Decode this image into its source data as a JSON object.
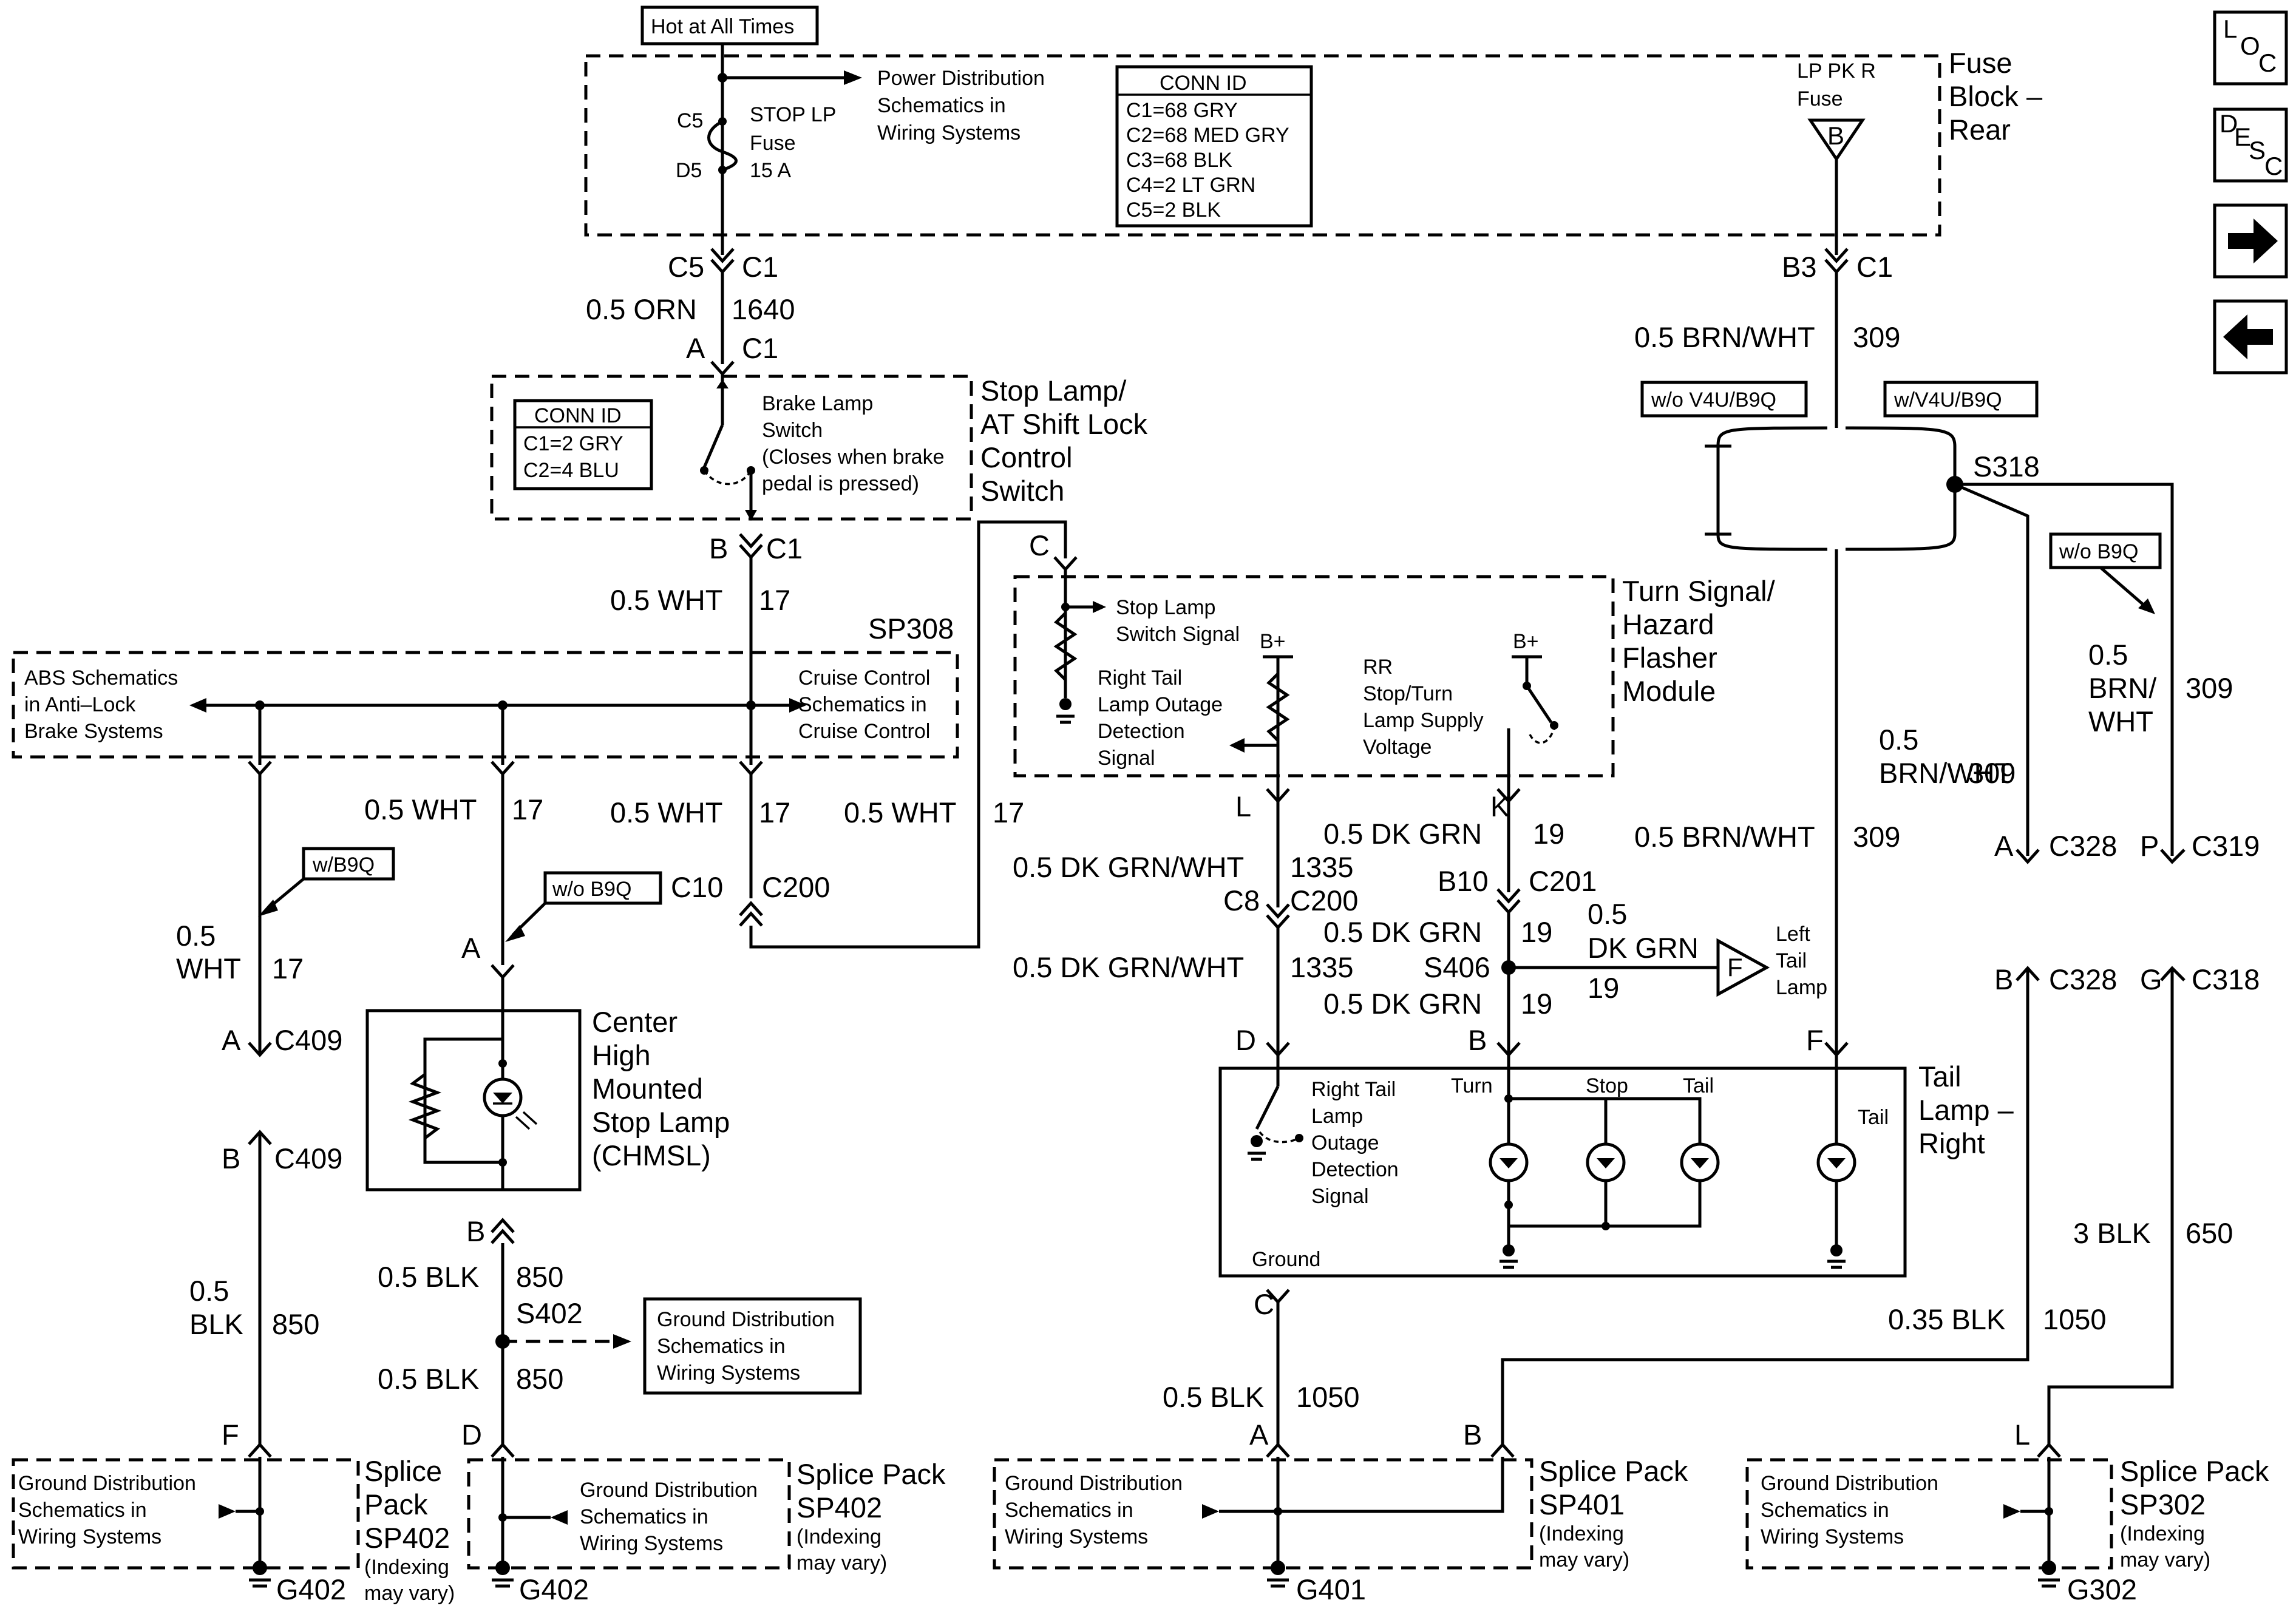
{
  "nav": {
    "loc": [
      "L",
      "O",
      "C"
    ],
    "desc": [
      "D",
      "E",
      "S",
      "C"
    ],
    "next_arrow": "right-arrow-icon",
    "prev_arrow": "left-arrow-icon"
  },
  "fuse_block": {
    "hot_label": "Hot at All Times",
    "title": [
      "Fuse",
      "Block –",
      "Rear"
    ],
    "power_dist": [
      "Power Distribution",
      "Schematics in",
      "Wiring Systems"
    ],
    "stop_fuse": [
      "STOP LP",
      "Fuse",
      "15 A"
    ],
    "c5": "C5",
    "d5": "D5",
    "lp_fuse": [
      "LP PK R",
      "Fuse"
    ],
    "fuse_b": "B",
    "conn_title": "CONN ID",
    "conn_rows": [
      "C1=68 GRY",
      "C2=68 MED GRY",
      "C3=68 BLK",
      "C4=2 LT GRN",
      "C5=2 BLK"
    ]
  },
  "stop_switch": {
    "title": [
      "Stop Lamp/",
      "AT Shift Lock",
      "Control",
      "Switch"
    ],
    "label": [
      "Brake Lamp",
      "Switch",
      "(Closes when brake",
      "pedal is pressed)"
    ],
    "conn_title": "CONN ID",
    "conn_rows": [
      "C1=2 GRY",
      "C2=4 BLU"
    ]
  },
  "sp308": {
    "name": "SP308",
    "abs": [
      "ABS Schematics",
      "in Anti–Lock",
      "Brake Systems"
    ],
    "cruise": [
      "Cruise Control",
      "Schematics in",
      "Cruise Control"
    ]
  },
  "turn_module": {
    "title": [
      "Turn Signal/",
      "Hazard",
      "Flasher",
      "Module"
    ],
    "stop_sig": [
      "Stop Lamp",
      "Switch Signal"
    ],
    "rt_outage": [
      "Right Tail",
      "Lamp Outage",
      "Detection",
      "Signal"
    ],
    "rr_supply": [
      "RR",
      "Stop/Turn",
      "Lamp Supply",
      "Voltage"
    ],
    "bplus": "B+"
  },
  "chmsl": {
    "title": [
      "Center",
      "High",
      "Mounted",
      "Stop Lamp",
      "(CHMSL)"
    ]
  },
  "tail_right": {
    "title": [
      "Tail",
      "Lamp –",
      "Right"
    ],
    "outage": [
      "Right Tail",
      "Lamp",
      "Outage",
      "Detection",
      "Signal"
    ],
    "turn": "Turn",
    "stop": "Stop",
    "tail": "Tail",
    "ground": "Ground"
  },
  "left_tail": {
    "label": [
      "Left",
      "Tail",
      "Lamp"
    ],
    "pin": "F"
  },
  "options": {
    "wo_v4u": "w/o V4U/B9Q",
    "w_v4u": "w/V4U/B9Q",
    "wo_b9q": "w/o B9Q",
    "w_b9q": "w/B9Q"
  },
  "ground_dist": [
    "Ground Distribution",
    "Schematics in",
    "Wiring Systems"
  ],
  "splices": {
    "sp402_left": [
      "Splice",
      "Pack",
      "SP402",
      "(Indexing",
      "may vary)"
    ],
    "sp402": [
      "Splice Pack",
      "SP402",
      "(Indexing",
      "may vary)"
    ],
    "sp401": [
      "Splice Pack",
      "SP401",
      "(Indexing",
      "may vary)"
    ],
    "sp302": [
      "Splice Pack",
      "SP302",
      "(Indexing",
      "may vary)"
    ]
  },
  "grounds": {
    "g402": "G402",
    "g401": "G401",
    "g302": "G302"
  },
  "wire_labels": [
    "C5",
    "C1",
    "0.5 ORN",
    "1640",
    "A",
    "C1",
    "B",
    "C1",
    "0.5 WHT",
    "17",
    "B3",
    "C1",
    "0.5 BRN/WHT",
    "309",
    "S318",
    "C",
    "0.5 WHT",
    "17",
    "0.5 WHT",
    "17",
    "0.5 WHT",
    "17",
    "C10",
    "C200",
    "A",
    "0.5",
    "WHT",
    "17",
    "A",
    "C409",
    "B",
    "C409",
    "L",
    "K",
    "0.5 DK GRN",
    "19",
    "0.5 DK GRN/WHT",
    "1335",
    "C8",
    "C200",
    "B10",
    "C201",
    "0.5 DK GRN",
    "19",
    "0.5",
    "DK GRN",
    "19",
    "0.5 DK GRN/WHT",
    "1335",
    "S406",
    "0.5 DK GRN",
    "19",
    "D",
    "B",
    "F",
    "0.5",
    "BRN/WHT",
    "309",
    "0.5 BRN/WHT",
    "309",
    "0.5",
    "BRN/",
    "WHT",
    "309",
    "A",
    "C328",
    "P",
    "C319",
    "B",
    "C328",
    "G",
    "C318",
    "B",
    "0.5 BLK",
    "850",
    "S402",
    "0.5 BLK",
    "850",
    "D",
    "0.5",
    "BLK",
    "850",
    "F",
    "C",
    "0.5 BLK",
    "1050",
    "A",
    "B",
    "3 BLK",
    "650",
    "0.35 BLK",
    "1050",
    "L"
  ]
}
